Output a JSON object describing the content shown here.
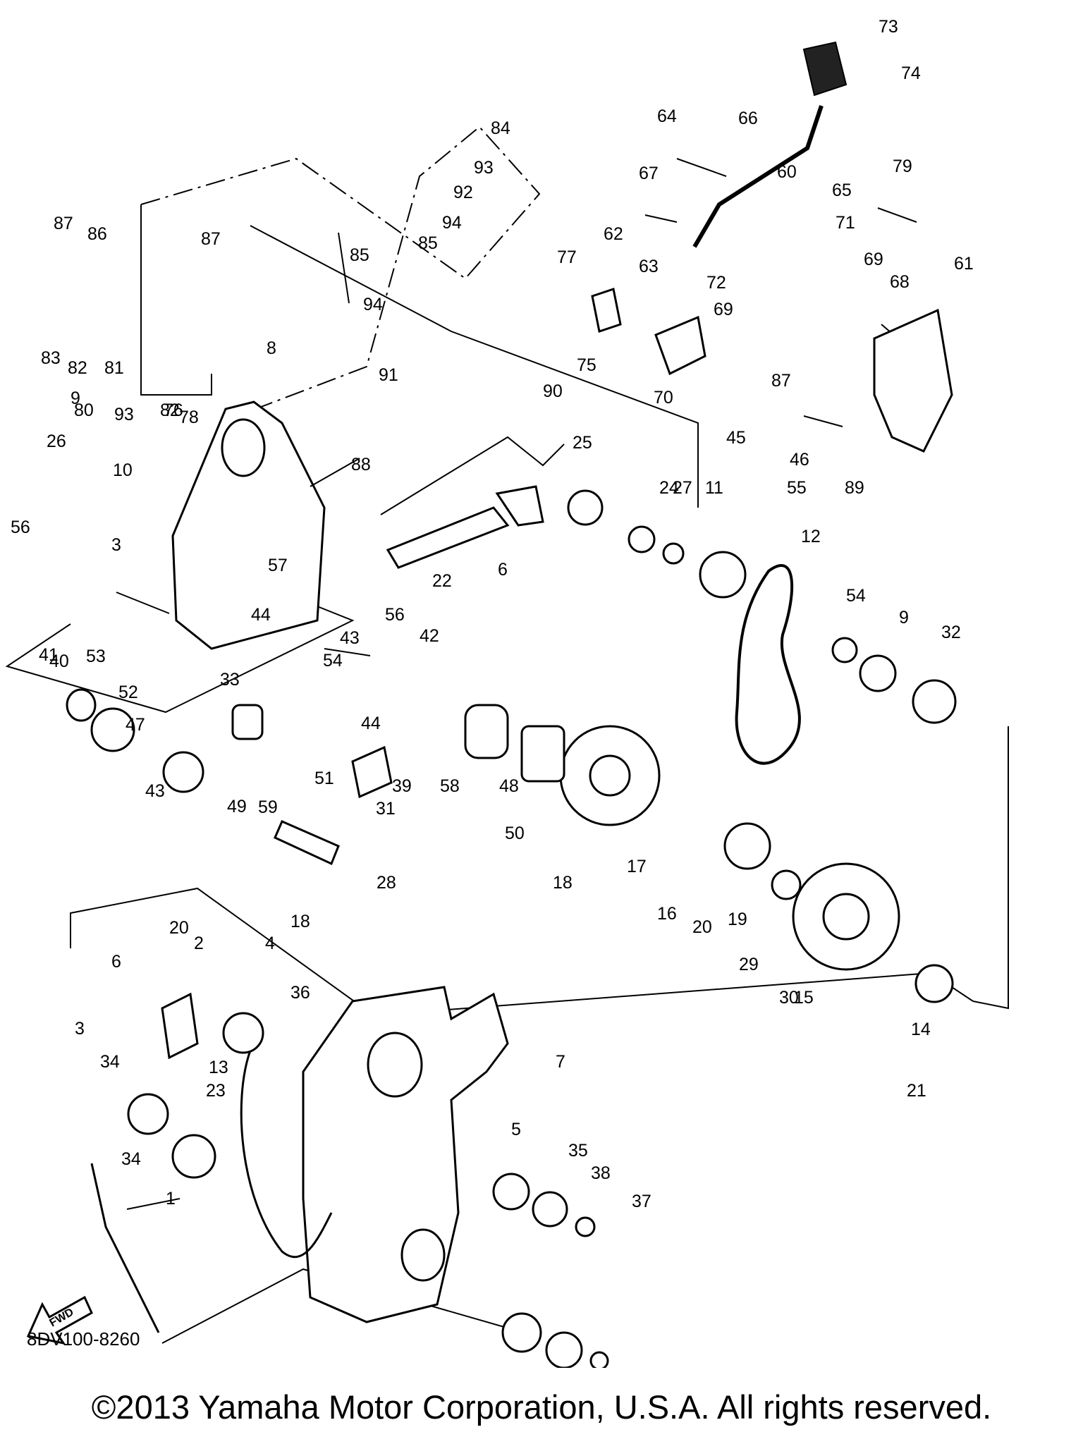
{
  "diagram": {
    "doc_code": "8DV100-8260",
    "copyright": "©2013 Yamaha Motor Corporation, U.S.A. All rights reserved.",
    "fwd_label": "FWD",
    "callouts": [
      "73",
      "74",
      "84",
      "64",
      "66",
      "93",
      "92",
      "60",
      "65",
      "79",
      "67",
      "87",
      "86",
      "87",
      "94",
      "85",
      "85",
      "62",
      "77",
      "71",
      "69",
      "72",
      "63",
      "68",
      "61",
      "69",
      "94",
      "83",
      "82",
      "81",
      "8",
      "75",
      "70",
      "87",
      "91",
      "80",
      "82",
      "9",
      "93",
      "76",
      "90",
      "78",
      "45",
      "46",
      "10",
      "88",
      "26",
      "25",
      "24",
      "27",
      "11",
      "55",
      "89",
      "12",
      "56",
      "22",
      "6",
      "3",
      "57",
      "54",
      "9",
      "32",
      "56",
      "44",
      "43",
      "42",
      "54",
      "41",
      "40",
      "33",
      "53",
      "52",
      "47",
      "43",
      "44",
      "39",
      "58",
      "48",
      "50",
      "49",
      "59",
      "51",
      "31",
      "28",
      "18",
      "17",
      "16",
      "18",
      "19",
      "20",
      "29",
      "30",
      "15",
      "20",
      "2",
      "4",
      "36",
      "6",
      "3",
      "34",
      "23",
      "21",
      "14",
      "13",
      "7",
      "5",
      "35",
      "34",
      "1",
      "38",
      "37"
    ]
  }
}
